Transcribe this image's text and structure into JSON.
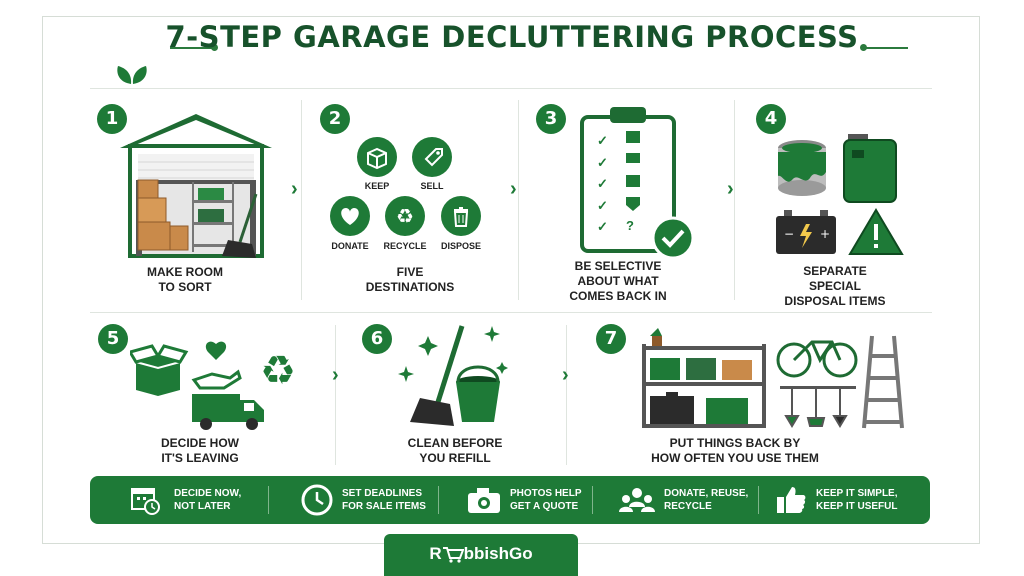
{
  "title": "7-STEP GARAGE DECLUTTERING PROCESS",
  "steps": [
    {
      "num": "1",
      "line1": "MAKE ROOM",
      "line2": "TO SORT",
      "line3": ""
    },
    {
      "num": "2",
      "line1": "FIVE",
      "line2": "DESTINATIONS",
      "line3": ""
    },
    {
      "num": "3",
      "line1": "BE SELECTIVE",
      "line2": "ABOUT WHAT",
      "line3": "COMES BACK IN"
    },
    {
      "num": "4",
      "line1": "SEPARATE",
      "line2": "SPECIAL",
      "line3": "DISPOSAL ITEMS"
    },
    {
      "num": "5",
      "line1": "DECIDE HOW",
      "line2": "IT'S LEAVING",
      "line3": ""
    },
    {
      "num": "6",
      "line1": "CLEAN BEFORE",
      "line2": "YOU REFILL",
      "line3": ""
    },
    {
      "num": "7",
      "line1": "PUT THINGS BACK BY",
      "line2": "HOW OFTEN YOU USE THEM",
      "line3": ""
    }
  ],
  "destinations": {
    "keep": "KEEP",
    "sell": "SELL",
    "donate": "DONATE",
    "recycle": "RECYCLE",
    "dispose": "DISPOSE"
  },
  "checklist_marks": [
    "✓",
    "✓",
    "✓",
    "✓",
    "✓",
    "?"
  ],
  "tips": [
    {
      "icon": "calendar-clock-icon",
      "line1": "DECIDE NOW,",
      "line2": "NOT LATER"
    },
    {
      "icon": "clock-icon",
      "line1": "SET DEADLINES",
      "line2": "FOR SALE ITEMS"
    },
    {
      "icon": "camera-icon",
      "line1": "PHOTOS HELP",
      "line2": "GET A QUOTE"
    },
    {
      "icon": "people-icon",
      "line1": "DONATE, REUSE,",
      "line2": "RECYCLE"
    },
    {
      "icon": "thumbs-up-icon",
      "line1": "KEEP IT SIMPLE,",
      "line2": "KEEP IT USEFUL"
    }
  ],
  "brand": {
    "pre": "R",
    "post": "bbishGo"
  },
  "colors": {
    "primary": "#1e7a37",
    "dark_title": "#17522b",
    "cardboard": "#c98a4a"
  }
}
